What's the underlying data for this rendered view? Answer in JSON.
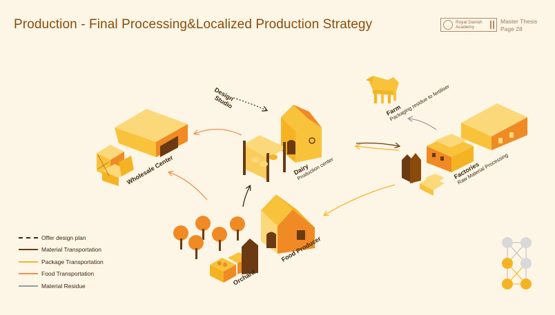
{
  "header": {
    "title": "Production - Final Processing&Localized Production Strategy",
    "logo_line1": "Royal Danish",
    "logo_line2": "Academy",
    "thesis_line1": "Master Thesis",
    "thesis_line2": "Page 28"
  },
  "nodes": {
    "design_studio_line1": "Design",
    "design_studio_line2": "Studio",
    "wholesale": "Wholesale Center",
    "dairy": "Dairy",
    "dairy_sub": "Production center",
    "farm": "Farm",
    "farm_sub": "Packaging residue to fertiliser",
    "factories": "Factories",
    "factories_sub": "Raw Material Processing",
    "food_producer": "Food Producer",
    "orchard": "Orchard"
  },
  "legend": [
    {
      "label": "Offer design plan",
      "color": "#3a2410",
      "style": "dashed"
    },
    {
      "label": "Material Transportation",
      "color": "#6b3a12",
      "style": "solid"
    },
    {
      "label": "Package Transportation",
      "color": "#f5b324",
      "style": "solid"
    },
    {
      "label": "Food Transportation",
      "color": "#ee9050",
      "style": "solid"
    },
    {
      "label": "Material Residue",
      "color": "#9a9a9a",
      "style": "solid"
    }
  ],
  "colors": {
    "background": "#fdf6e6",
    "yellow": "#f5b324",
    "light_yellow": "#fbd97a",
    "orange": "#f08a24",
    "brown": "#6b3a12",
    "grey": "#9a9a9a"
  }
}
